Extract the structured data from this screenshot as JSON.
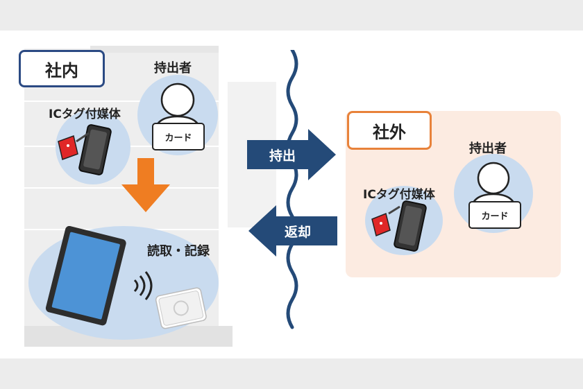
{
  "inside": {
    "label": "社内",
    "holder_label": "持出者",
    "card_label": "カード",
    "ic_media_label": "ICタグ付媒体",
    "reader_label": "読取・記録"
  },
  "outside": {
    "label": "社外",
    "holder_label": "持出者",
    "card_label": "カード",
    "ic_media_label": "ICタグ付媒体"
  },
  "flow": {
    "checkout_label": "持出",
    "return_label": "返却"
  },
  "colors": {
    "inside_border": "#2b4a83",
    "outside_border": "#e8823a",
    "arrow": "#244a78",
    "down_arrow": "#ef7d22",
    "circle": "#c9dbef",
    "outside_bg": "#fcebe1"
  }
}
